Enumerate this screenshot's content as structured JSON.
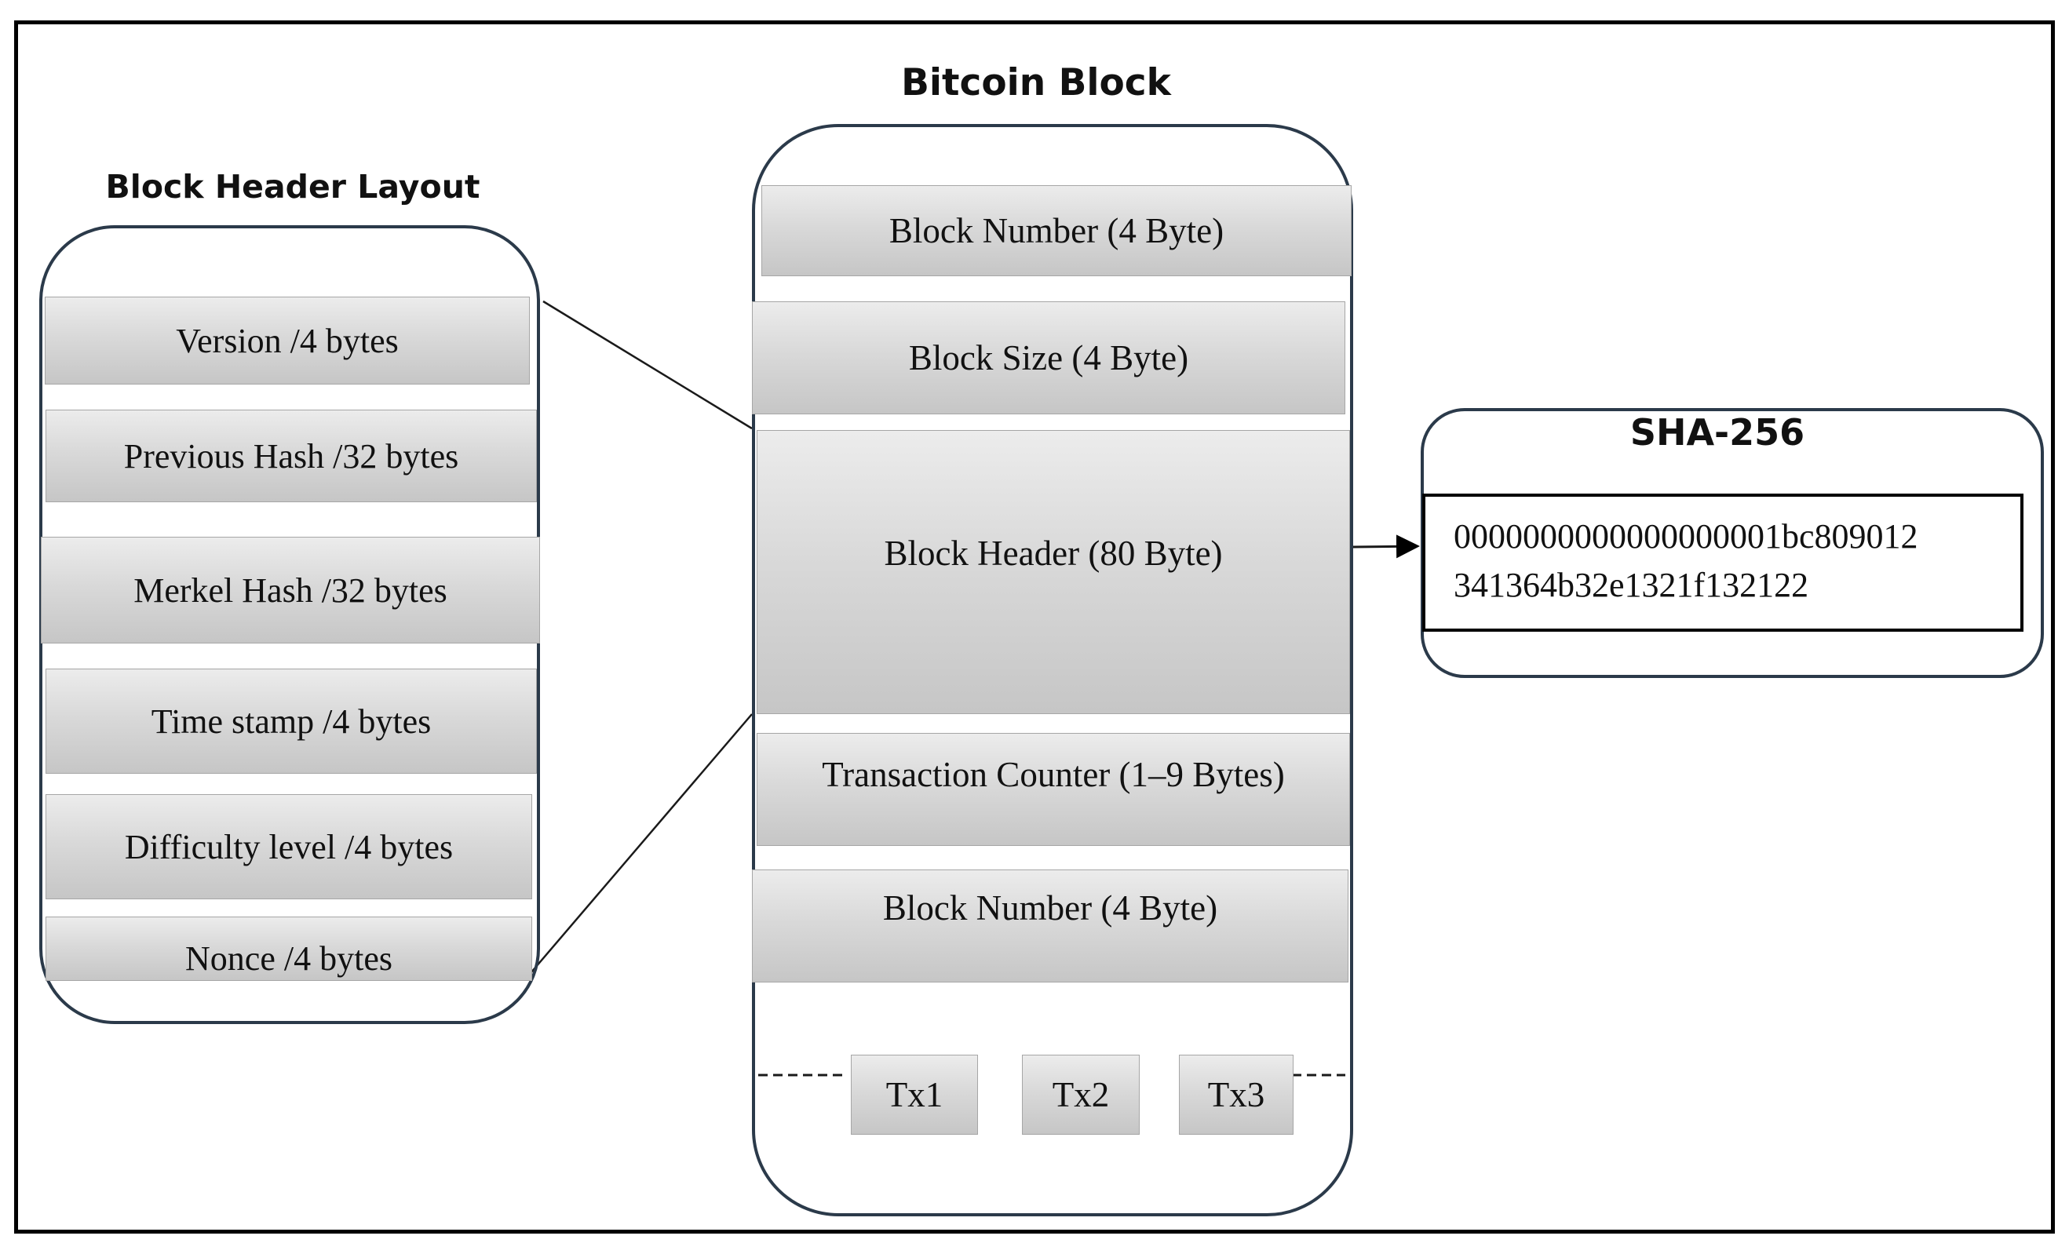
{
  "titles": {
    "header_layout": "Block Header Layout",
    "bitcoin_block": "Bitcoin Block",
    "sha": "SHA-256"
  },
  "header_fields": [
    "Version /4 bytes",
    "Previous Hash /32 bytes",
    "Merkel Hash /32 bytes",
    "Time stamp /4 bytes",
    "Difficulty level /4 bytes",
    "Nonce /4 bytes"
  ],
  "block_fields": [
    "Block Number (4 Byte)",
    "Block Size (4 Byte)",
    "Block Header (80 Byte)",
    "Transaction Counter (1–9 Bytes)",
    "Block Number (4 Byte)"
  ],
  "transactions": [
    "Tx1",
    "Tx2",
    "Tx3"
  ],
  "hash": {
    "line1": "0000000000000000001bc809012",
    "line2": "341364b32e1321f132122"
  }
}
